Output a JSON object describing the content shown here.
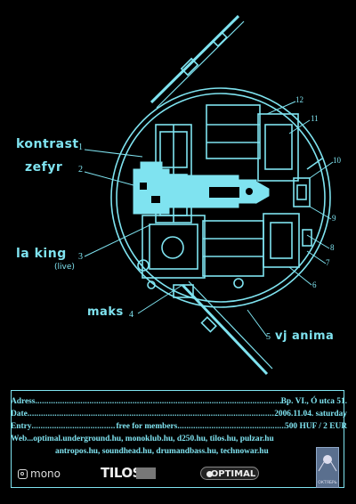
{
  "performers": [
    {
      "name": "kontrast",
      "number": "1"
    },
    {
      "name": "zefyr",
      "number": "2"
    },
    {
      "name": "la king",
      "number": "3",
      "note": "(live)"
    },
    {
      "name": "maks",
      "number": "4"
    },
    {
      "name": "vj anima",
      "number": "5"
    }
  ],
  "diagram_numbers": [
    "12",
    "11",
    "10",
    "9",
    "8",
    "7",
    "6"
  ],
  "info": {
    "address_label": "Adress",
    "address_value": "Bp. VI., Ó utca 51.",
    "date_label": "Date",
    "date_value": "2006.11.04. saturday",
    "entry_label": "Entry",
    "entry_mid": "free for members",
    "entry_value": "500 HUF / 2 EUR",
    "web_label": "Web",
    "web_line1": "optimal.underground.hu, monoklub.hu, d250.hu, tilos.hu, pulzar.hu",
    "web_line2": "antropos.hu, soundhead.hu, drumandbass.hu, technowar.hu"
  },
  "logos": {
    "mono": "mono",
    "tilos": "TILOS",
    "optimal": "OPTIMAL",
    "badge": "ОКТЯБРЬ"
  },
  "colors": {
    "accent": "#7fe3f0",
    "background": "#000000"
  }
}
